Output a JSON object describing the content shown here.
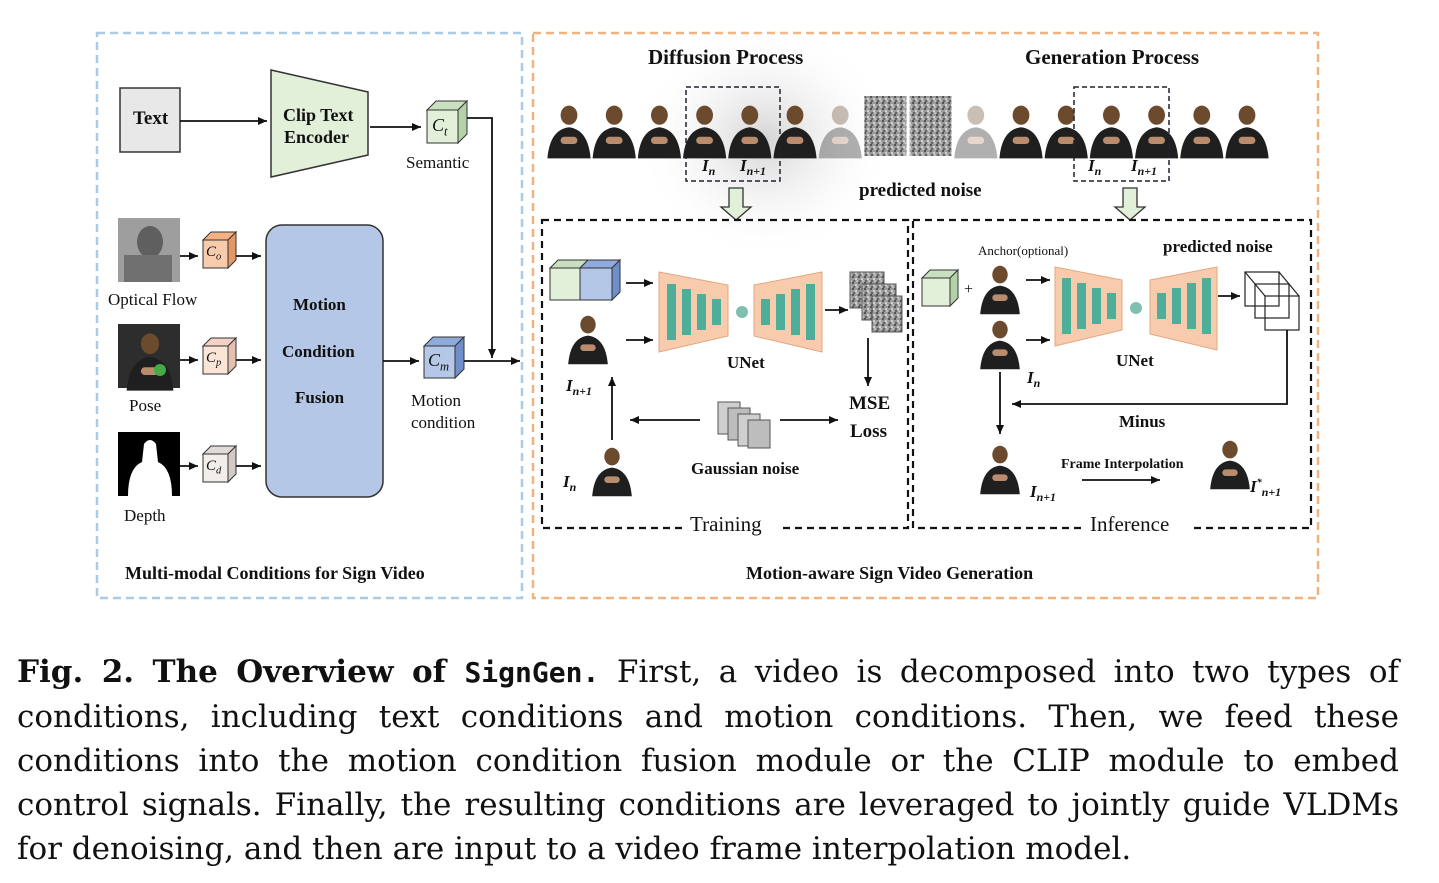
{
  "left_panel": {
    "title": "Multi-modal Conditions for Sign Video",
    "text_box": "Text",
    "clip_encoder": [
      "Clip Text",
      "Encoder"
    ],
    "semantic_label": "Semantic",
    "optical_flow_label": "Optical Flow",
    "pose_label": "Pose",
    "depth_label": "Depth",
    "fusion": [
      "Motion",
      "Condition",
      "Fusion"
    ],
    "motion_condition": [
      "Motion",
      "condition"
    ],
    "cube_labels": {
      "ct": "C",
      "ct_sub": "t",
      "co": "C",
      "co_sub": "o",
      "cp": "C",
      "cp_sub": "p",
      "cd": "C",
      "cd_sub": "d",
      "cm": "C",
      "cm_sub": "m"
    }
  },
  "right_panel": {
    "title": "Motion-aware Sign Video Generation",
    "diffusion_process": "Diffusion Process",
    "generation_process": "Generation Process",
    "predicted_noise_top": "predicted noise",
    "frame_labels": {
      "in": "I",
      "in_sub": "n",
      "in1": "I",
      "in1_sub": "n+1"
    },
    "training": {
      "label": "Training",
      "unet": "UNet",
      "gaussian_noise": "Gaussian noise",
      "mse_loss": [
        "MSE",
        "Loss"
      ]
    },
    "inference": {
      "label": "Inference",
      "anchor": "Anchor(optional)",
      "predicted_noise": "predicted noise",
      "unet": "UNet",
      "minus": "Minus",
      "frame_interpolation": "Frame Interpolation",
      "plus": "+",
      "out_star": "*"
    }
  },
  "colors": {
    "left_border": "#a9cbe6",
    "right_border": "#f0b27f",
    "clip_fill": "#e2f0d9",
    "fusion_fill": "#b4c7e7",
    "unet_fill": "#f8cbad",
    "unet_bars": "#4eae9a"
  },
  "caption": {
    "fig_label": "Fig. 2. The Overview of ",
    "fig_name": "SignGen.",
    "text": " First, a video is decomposed into two types of conditions, including text conditions and motion conditions. Then, we feed these conditions into the motion condition fusion module or the CLIP module to embed control signals. Finally, the resulting conditions are leveraged to jointly guide VLDMs for denoising, and then are input to a video frame interpolation model."
  }
}
